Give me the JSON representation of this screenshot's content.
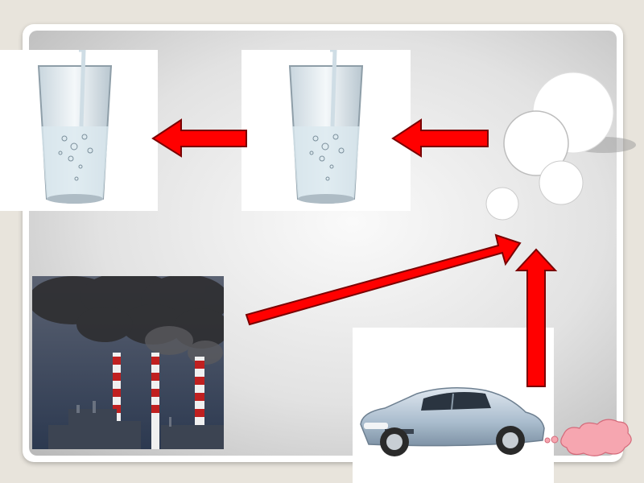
{
  "colors": {
    "arrow_fill": "#ff0000",
    "arrow_stroke": "#7a0000",
    "cloud_fill": "#ffffff",
    "exhaust_fill": "#f6a6b0",
    "car_body": "#b8c8d8",
    "smoke": "#4a4a4a",
    "sky": "#3a4660",
    "chimney_red": "#c02020",
    "chimney_white": "#f0f0f0",
    "water": "#d8e8f0"
  },
  "icons": {
    "glass_left": "glass-of-water-icon",
    "glass_right": "glass-of-water-icon",
    "factory": "factory-smokestacks-image",
    "car": "car-image",
    "clouds": "thought-bubble-clouds",
    "exhaust": "exhaust-cloud"
  }
}
